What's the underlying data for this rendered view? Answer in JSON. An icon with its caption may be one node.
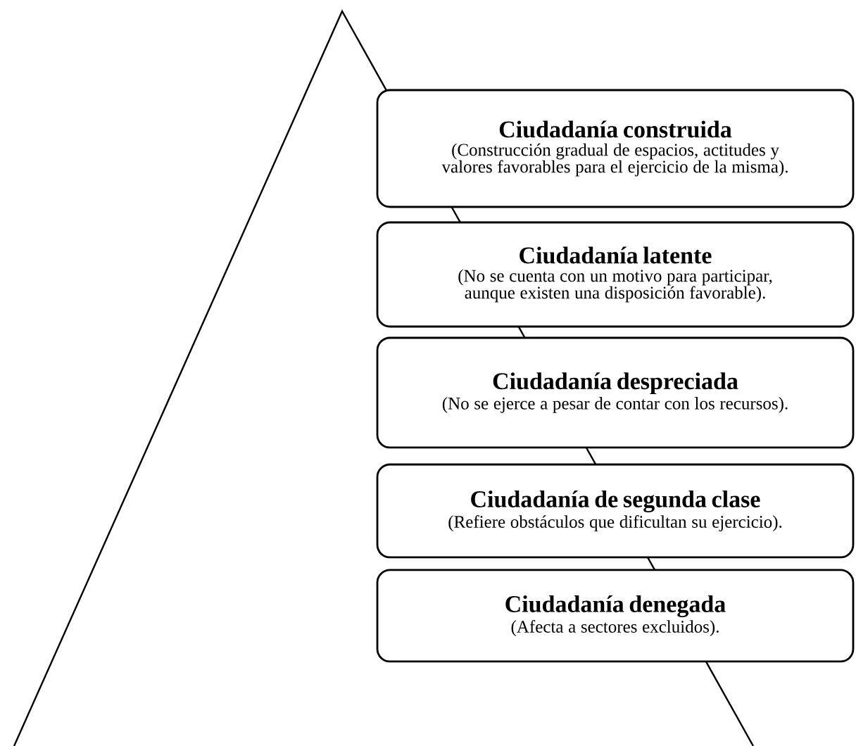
{
  "diagram": {
    "nodes": [
      {
        "text": [
          "Ciudadanía construida",
          "(Construcción gradual de espacios, actitudes y valores favorables para el ejercicio de la misma)."
        ]
      },
      {
        "text": [
          "Ciudadanía latente",
          "(No se cuenta con un motivo para participar, aunque existen una disposición favorable)."
        ]
      },
      {
        "text": [
          "Ciudadanía despreciada",
          "(No se ejerce a pesar de contar con los recursos)."
        ]
      },
      {
        "text": [
          "Ciudadanía de segunda clase",
          "(Refiere obstáculos que dificultan su ejercicio)."
        ]
      },
      {
        "text": [
          "Ciudadanía denegada",
          "(Afecta a sectores excluidos)."
        ]
      }
    ]
  }
}
